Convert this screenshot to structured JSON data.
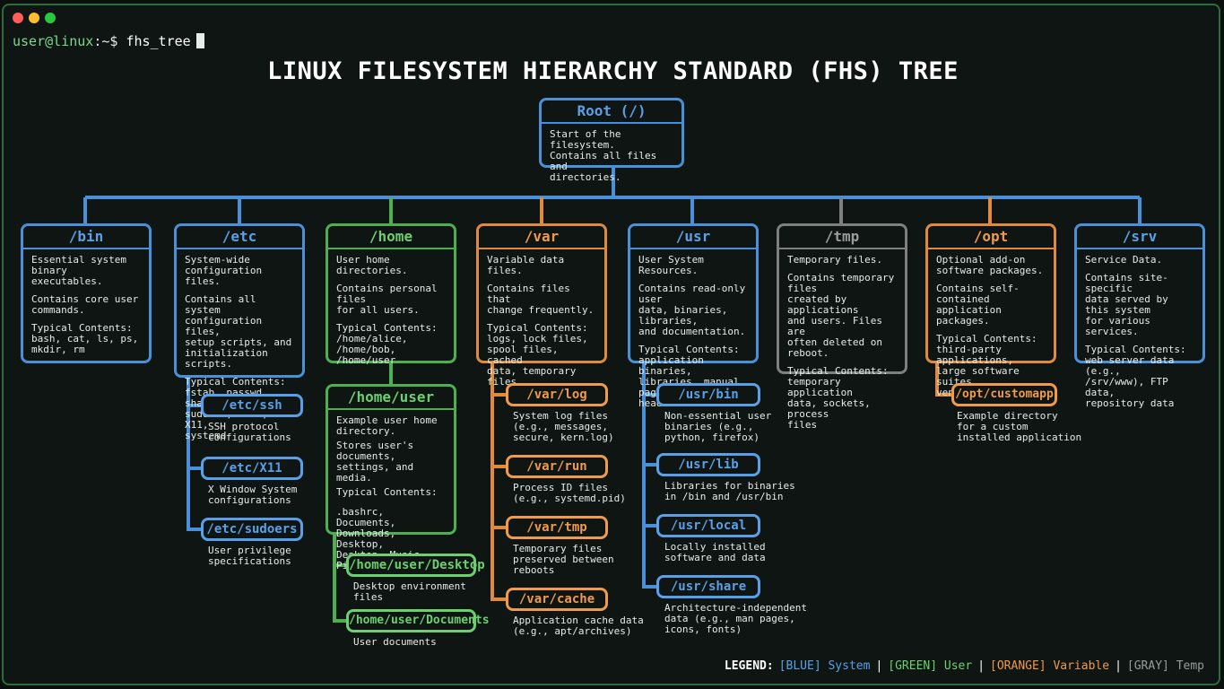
{
  "prompt": {
    "user": "user@linux",
    "path": ":~$",
    "command": "fhs_tree"
  },
  "title": "LINUX FILESYSTEM HIERARCHY STANDARD (FHS) TREE",
  "root": {
    "name": "Root (/)",
    "desc": "Start of the filesystem.\nContains all files and\ndirectories."
  },
  "dirs": [
    {
      "name": "/bin",
      "p1": "Essential system\nbinary executables.",
      "p2": "Contains core user\ncommands.",
      "p3": "Typical Contents:\nbash, cat, ls, ps,\nmkdir, rm"
    },
    {
      "name": "/etc",
      "p1": "System-wide\nconfiguration files.",
      "p2": "Contains all system\nconfiguration files,\nsetup scripts, and\ninitialization scripts.",
      "p3": "Typical Contents:\nfstab, passwd, shadow,\nsudoers, rc.d, X11,\nsystemd"
    },
    {
      "name": "/home",
      "p1": "User home directories.",
      "p2": "Contains personal files\nfor all users.",
      "p3": "Typical Contents:\n/home/alice,\n/home/bob,\n/home/user"
    },
    {
      "name": "/var",
      "p1": "Variable data files.",
      "p2": "Contains files that\nchange frequently.",
      "p3": "Typical Contents:\nlogs, lock files,\nspool files, cached\ndata, temporary files"
    },
    {
      "name": "/usr",
      "p1": "User System Resources.",
      "p2": "Contains read-only user\ndata, binaries, libraries,\nand documentation.",
      "p3": "Typical Contents:\napplication binaries,\nlibraries, manual pages,\nheader files"
    },
    {
      "name": "/tmp",
      "p1": "Temporary files.",
      "p2": "Contains temporary files\ncreated by applications\nand users. Files are\noften deleted on reboot.",
      "p3": "Typical Contents:\ntemporary application\ndata, sockets, process\nfiles"
    },
    {
      "name": "/opt",
      "p1": "Optional add-on\nsoftware packages.",
      "p2": "Contains self-contained\napplication packages.",
      "p3": "Typical Contents:\nthird-party applications,\nlarge software suites,\nvendor packages"
    },
    {
      "name": "/srv",
      "p1": "Service Data.",
      "p2": "Contains site-specific\ndata served by this system\nfor various services.",
      "p3": "Typical Contents:\nweb server data (e.g.,\n/srv/www), FTP data,\nrepository data"
    }
  ],
  "etc_subs": [
    {
      "name": "/etc/ssh",
      "desc": "SSH protocol\nconfigurations"
    },
    {
      "name": "/etc/X11",
      "desc": "X Window System\nconfigurations"
    },
    {
      "name": "/etc/sudoers",
      "desc": "User privilege\nspecifications"
    }
  ],
  "home_user": {
    "name": "/home/user",
    "p1": "Example user home\ndirectory.",
    "p2": "Stores user's documents,\nsettings, and media.",
    "p3": "Typical Contents:",
    "p4": ".bashrc, Documents,\nDownloads, Desktop,\nDesktop, Music,\nPictures"
  },
  "home_subs": [
    {
      "name": "/home/user/Desktop",
      "desc": "Desktop environment\nfiles"
    },
    {
      "name": "/home/user/Documents",
      "desc": "User documents"
    }
  ],
  "var_subs": [
    {
      "name": "/var/log",
      "desc": "System log files\n(e.g., messages,\nsecure, kern.log)"
    },
    {
      "name": "/var/run",
      "desc": "Process ID files\n(e.g., systemd.pid)"
    },
    {
      "name": "/var/tmp",
      "desc": "Temporary files\npreserved between\nreboots"
    },
    {
      "name": "/var/cache",
      "desc": "Application cache data\n(e.g., apt/archives)"
    }
  ],
  "usr_subs": [
    {
      "name": "/usr/bin",
      "desc": "Non-essential user\nbinaries (e.g.,\npython, firefox)"
    },
    {
      "name": "/usr/lib",
      "desc": "Libraries for binaries\nin /bin and /usr/bin"
    },
    {
      "name": "/usr/local",
      "desc": "Locally installed\nsoftware and data"
    },
    {
      "name": "/usr/share",
      "desc": "Architecture-independent\ndata (e.g., man pages,\nicons, fonts)"
    }
  ],
  "opt_subs": [
    {
      "name": "/opt/customapp",
      "desc": "Example directory\nfor a custom\ninstalled application"
    }
  ],
  "legend": {
    "label": "LEGEND:",
    "blue": "[BLUE] System",
    "green": "[GREEN] User",
    "orange": "[ORANGE] Variable",
    "gray": "[GRAY] Temp",
    "sep": "|"
  },
  "colors": {
    "blue": "#4a90d9",
    "green": "#4caf50",
    "orange": "#e08a3c",
    "gray": "#7d807e",
    "background": "#0e1512"
  }
}
